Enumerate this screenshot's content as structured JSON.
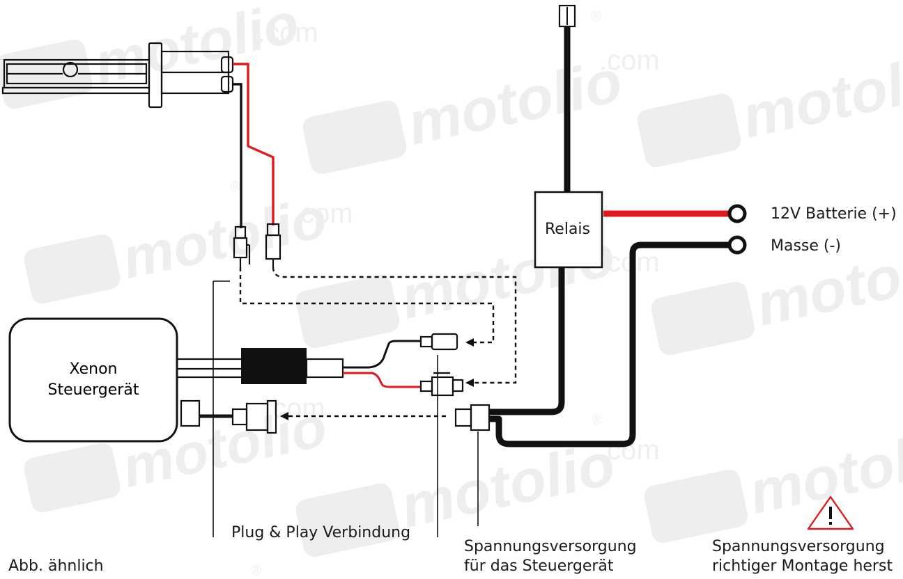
{
  "labels": {
    "relay": "Relais",
    "battery_positive": "12V Batterie (+)",
    "ground": "Masse (-)",
    "controller_line1": "Xenon",
    "controller_line2": "Steuergerät",
    "plug_and_play": "Plug & Play Verbindung",
    "power_supply_line1": "Spannungsversorgung",
    "power_supply_line2": "für das Steuergerät",
    "warning_line1": "Spannungsversorgung",
    "warning_line2": "richtiger Montage herst",
    "footnote": "Abb. ähnlich"
  },
  "watermark": {
    "brand": "motolio",
    "domain": ".com",
    "registered": "®"
  },
  "colors": {
    "wire_black": "#111111",
    "wire_red": "#e0191f",
    "watermark": "#ececec",
    "text": "#1a1a1a"
  },
  "icons": {
    "warning": "warning-triangle-icon",
    "terminal": "ring-terminal-icon"
  }
}
